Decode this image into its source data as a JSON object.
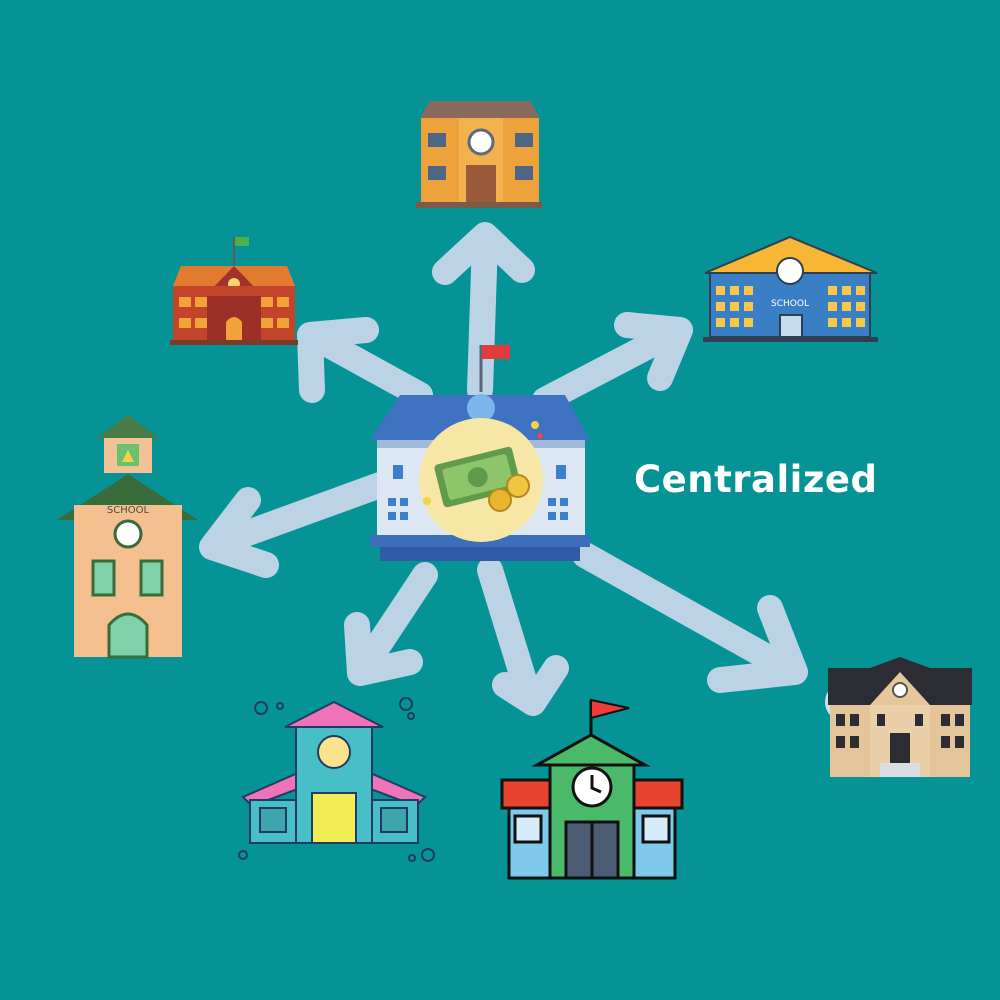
{
  "diagram": {
    "title": "Centralized",
    "center_node": {
      "icon": "central-school-with-money-icon"
    },
    "peripheral_nodes": [
      {
        "id": "top",
        "icon": "orange-school-building-icon"
      },
      {
        "id": "top-right",
        "icon": "blue-school-building-icon",
        "sign": "SCHOOL"
      },
      {
        "id": "top-left",
        "icon": "brick-school-building-icon"
      },
      {
        "id": "left",
        "icon": "tall-peach-school-building-icon",
        "sign": "SCHOOL"
      },
      {
        "id": "bottom-left",
        "icon": "teal-pink-school-building-icon"
      },
      {
        "id": "bottom",
        "icon": "green-school-building-icon"
      },
      {
        "id": "bottom-right",
        "icon": "beige-school-building-icon"
      }
    ],
    "colors": {
      "background": "#059396",
      "arrow": "#bcd3e6",
      "title": "#ffffff"
    }
  }
}
